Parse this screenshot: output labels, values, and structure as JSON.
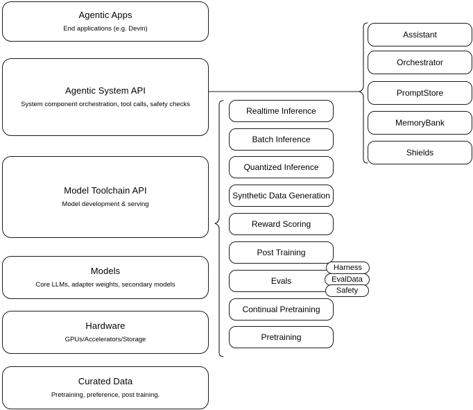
{
  "diagram": {
    "title": "Agentic AI stack layer diagram",
    "accent_color": "#1a1a1a",
    "background_color": "#ffffff"
  },
  "layers": [
    {
      "id": "agentic-apps",
      "title": "Agentic Apps",
      "subtitle": "End applications (e.g. Devin)"
    },
    {
      "id": "agentic-system-api",
      "title": "Agentic System API",
      "subtitle": "System component orchestration, tool calls, safety checks"
    },
    {
      "id": "model-toolchain-api",
      "title": "Model Toolchain API",
      "subtitle": "Model development & serving"
    },
    {
      "id": "models",
      "title": "Models",
      "subtitle": "Core LLMs, adapter weights, secondary models"
    },
    {
      "id": "hardware",
      "title": "Hardware",
      "subtitle": "GPUs/Accelerators/Storage"
    },
    {
      "id": "curated-data",
      "title": "Curated Data",
      "subtitle": "Pretraining, preference, post training."
    }
  ],
  "toolchain_components": [
    {
      "id": "realtime-inference",
      "label": "Realtime Inference"
    },
    {
      "id": "batch-inference",
      "label": "Batch Inference"
    },
    {
      "id": "quantized-inference",
      "label": "Quantized Inference"
    },
    {
      "id": "synthetic-data-generation",
      "label": "Synthetic Data Generation"
    },
    {
      "id": "reward-scoring",
      "label": "Reward Scoring"
    },
    {
      "id": "post-training",
      "label": "Post Training"
    },
    {
      "id": "evals",
      "label": "Evals"
    },
    {
      "id": "continual-pretraining",
      "label": "Continual Pretraining"
    },
    {
      "id": "pretraining",
      "label": "Pretraining"
    }
  ],
  "system_components": [
    {
      "id": "assistant",
      "label": "Assistant"
    },
    {
      "id": "orchestrator",
      "label": "Orchestrator"
    },
    {
      "id": "promptstore",
      "label": "PromptStore"
    },
    {
      "id": "memorybank",
      "label": "MemoryBank"
    },
    {
      "id": "shields",
      "label": "Shields"
    }
  ],
  "eval_badges": [
    {
      "id": "harness",
      "label": "Harness"
    },
    {
      "id": "evaldata",
      "label": "EvalData"
    },
    {
      "id": "safety",
      "label": "Safety"
    }
  ]
}
